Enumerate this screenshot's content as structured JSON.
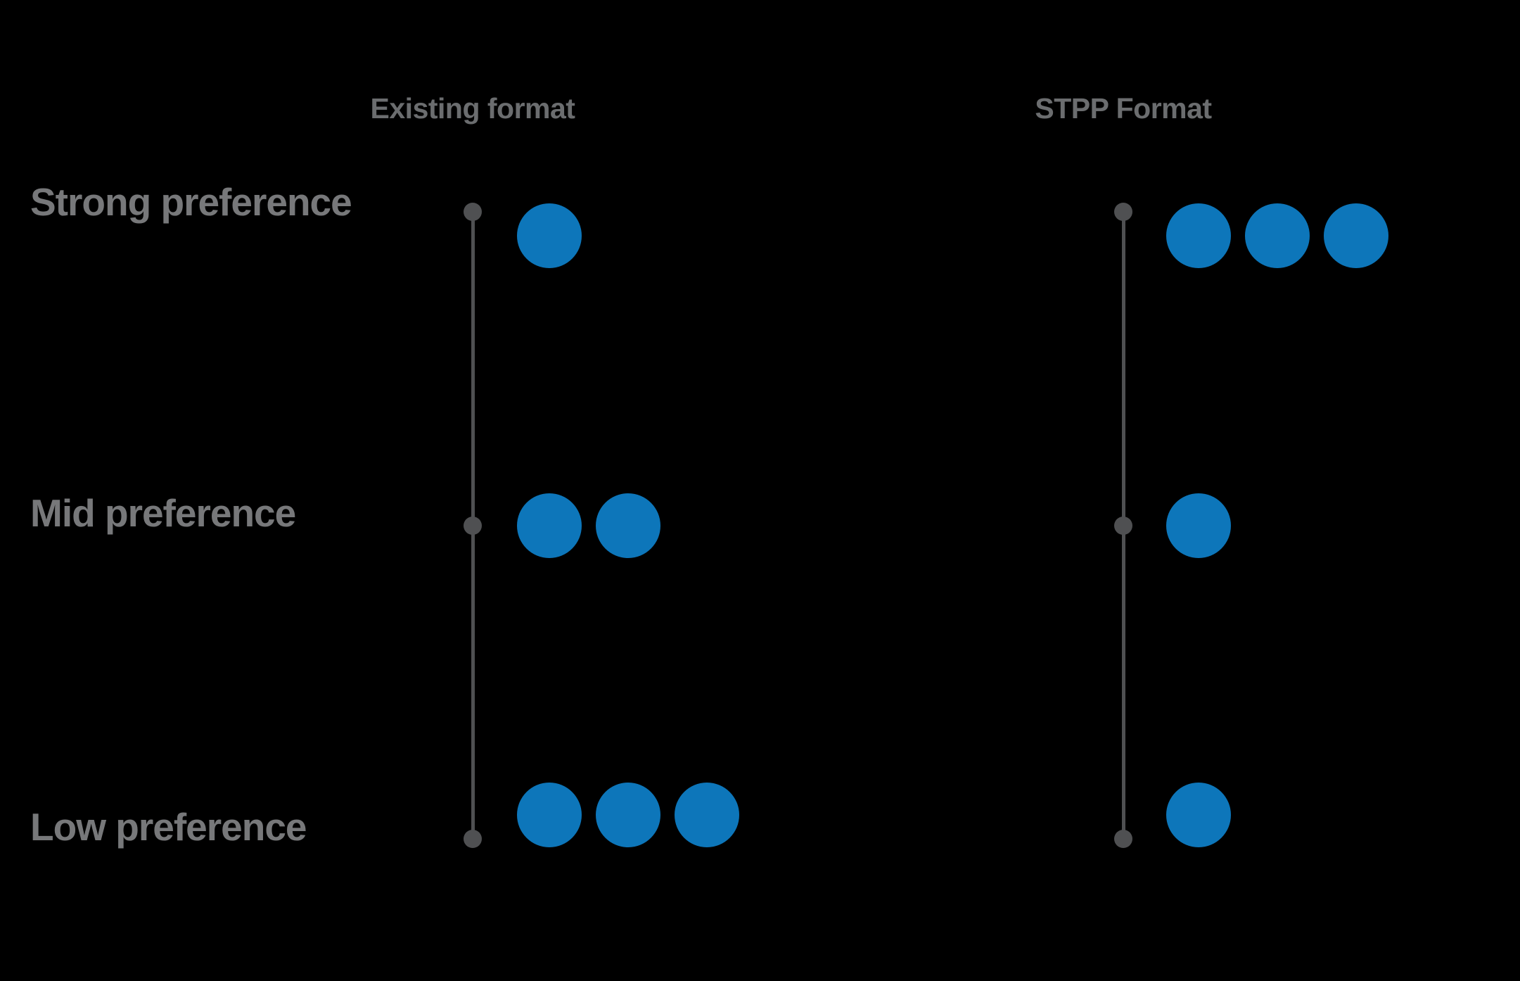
{
  "chart_data": {
    "type": "scatter",
    "variant": "count-dot-plot-comparison",
    "title": "",
    "rows": [
      {
        "label": "Strong preference"
      },
      {
        "label": "Mid preference"
      },
      {
        "label": "Low preference"
      }
    ],
    "columns": [
      {
        "header": "Existing format",
        "counts": [
          1,
          2,
          3
        ]
      },
      {
        "header": "STPP Format",
        "counts": [
          3,
          1,
          1
        ]
      }
    ],
    "layout": {
      "legend": "none",
      "grid": false,
      "axes": "one vertical category axis per column with dots at top, middle and bottom"
    },
    "colors": {
      "dot": "#0d76ba",
      "axis": "#4f5052",
      "row_label": "#77787a",
      "header": "#6b6d6f",
      "background": "#000000"
    }
  }
}
